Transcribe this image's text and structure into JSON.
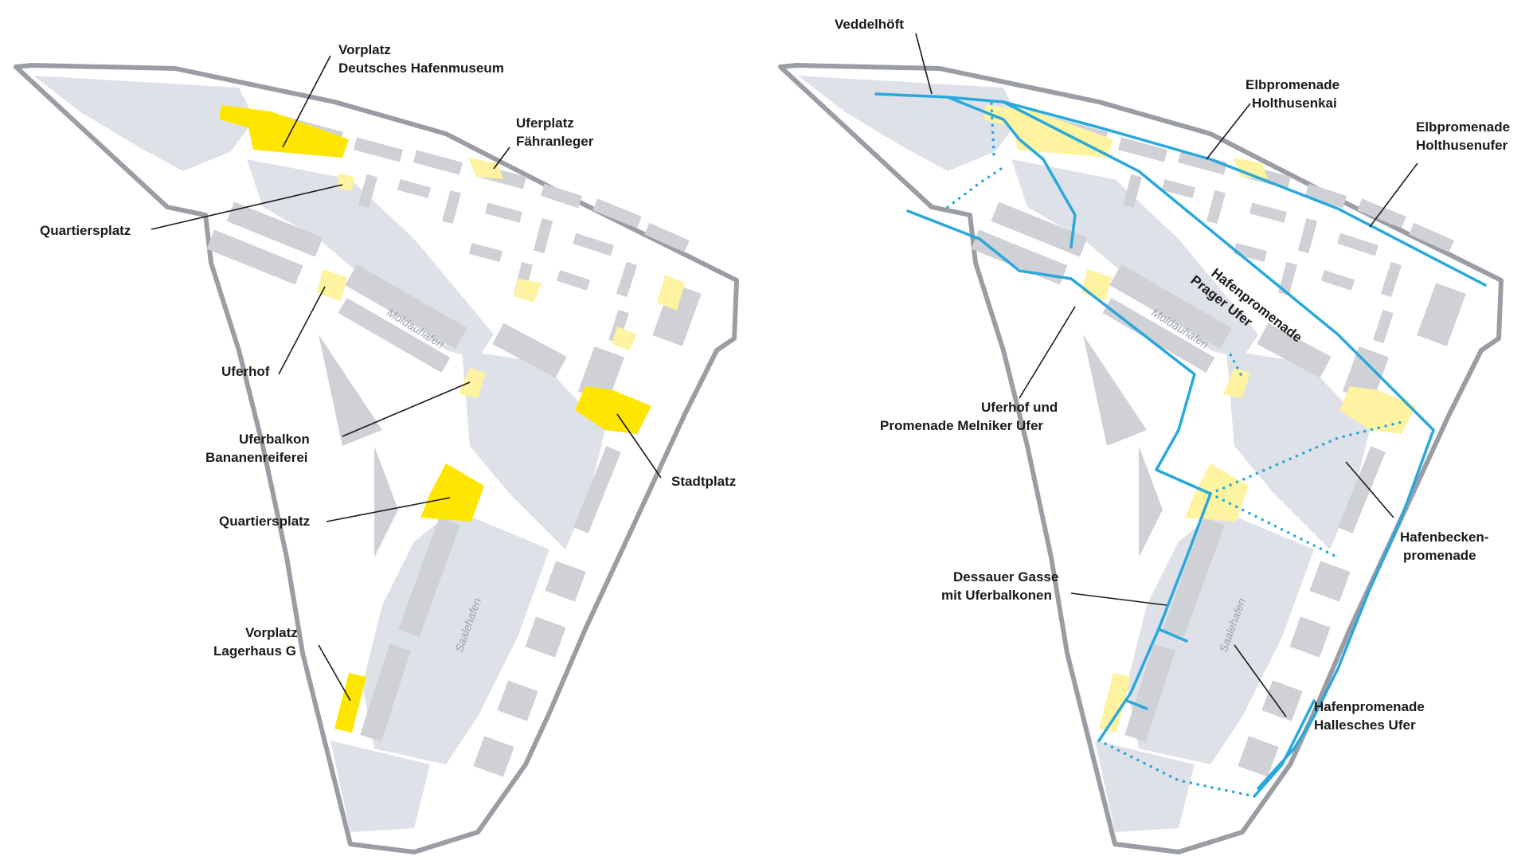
{
  "left_map": {
    "water_labels": {
      "moldau": "Moldauhafen",
      "saale": "Saalehafen"
    },
    "labels": [
      {
        "id": "vorplatz-museum",
        "lines": [
          "Vorplatz",
          "Deutsches Hafenmuseum"
        ]
      },
      {
        "id": "uferplatz-faehranleger",
        "lines": [
          "Uferplatz",
          "Fähranleger"
        ]
      },
      {
        "id": "quartiersplatz-north",
        "lines": [
          "Quartiersplatz"
        ]
      },
      {
        "id": "uferhof",
        "lines": [
          "Uferhof"
        ]
      },
      {
        "id": "uferbalkon",
        "lines": [
          "Uferbalkon",
          "Bananenreiferei"
        ]
      },
      {
        "id": "stadtplatz",
        "lines": [
          "Stadtplatz"
        ]
      },
      {
        "id": "quartiersplatz-south",
        "lines": [
          "Quartiersplatz"
        ]
      },
      {
        "id": "vorplatz-lagerhaus",
        "lines": [
          "Vorplatz",
          "Lagerhaus G"
        ]
      }
    ]
  },
  "right_map": {
    "water_labels": {
      "moldau": "Moldauhafen",
      "saale": "Saalehafen"
    },
    "labels": [
      {
        "id": "veddelhoeft",
        "lines": [
          "Veddelhöft"
        ]
      },
      {
        "id": "elbpromenade-holthusenkai",
        "lines": [
          "Elbpromenade",
          "Holthusenkai"
        ]
      },
      {
        "id": "elbpromenade-holthusenufer",
        "lines": [
          "Elbpromenade",
          "Holthusenufer"
        ]
      },
      {
        "id": "hafenpromenade-prager",
        "lines": [
          "Hafenpromenade",
          "Prager Ufer"
        ]
      },
      {
        "id": "uferhof-promenade",
        "lines": [
          "Uferhof und",
          "Promenade Melniker Ufer"
        ]
      },
      {
        "id": "hafenbecken",
        "lines": [
          "Hafenbecken-",
          "promenade"
        ]
      },
      {
        "id": "dessauer-gasse",
        "lines": [
          "Dessauer Gasse",
          "mit Uferbalkonen"
        ]
      },
      {
        "id": "hafenpromenade-hallesches",
        "lines": [
          "Hafenpromenade",
          "Hallesches Ufer"
        ]
      }
    ]
  },
  "colors": {
    "plaza_strong": "#ffe600",
    "plaza_light": "#fdf3a0",
    "route": "#29a8dc",
    "water": "#dfe1e8",
    "building": "#cfd1d6",
    "boundary": "#9a9ea4"
  }
}
